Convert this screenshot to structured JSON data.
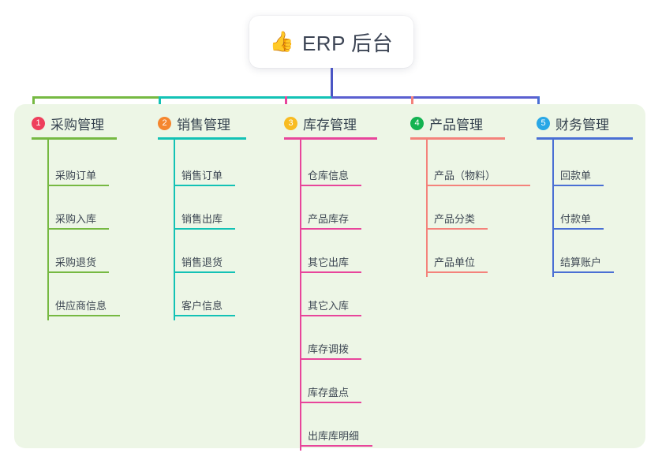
{
  "root": {
    "emoji": "👍",
    "emoji_name": "thumbs-up-icon",
    "title": "ERP 后台"
  },
  "colors": {
    "panel_bg": "#edf6e6",
    "root_text": "#3c4454",
    "trunk": "#4a55c4",
    "bus_left": "#76b942",
    "bus_mid": "#13c2b5",
    "bus_right": "#5a5fd0",
    "columns": [
      "#76b942",
      "#13c2b5",
      "#e8459b",
      "#f4827b",
      "#4a6fd4"
    ],
    "badges": [
      "#ee3f5c",
      "#f5862e",
      "#f8bb21",
      "#13b351",
      "#28a7e6"
    ]
  },
  "columns": [
    {
      "index": "1",
      "title": "采购管理",
      "color": "#76b942",
      "badge_color": "#ee3f5c",
      "items": [
        "采购订单",
        "采购入库",
        "采购退货",
        "供应商信息"
      ]
    },
    {
      "index": "2",
      "title": "销售管理",
      "color": "#13c2b5",
      "badge_color": "#f5862e",
      "items": [
        "销售订单",
        "销售出库",
        "销售退货",
        "客户信息"
      ]
    },
    {
      "index": "3",
      "title": "库存管理",
      "color": "#e8459b",
      "badge_color": "#f8bb21",
      "items": [
        "仓库信息",
        "产品库存",
        "其它出库",
        "其它入库",
        "库存调拨",
        "库存盘点",
        "出库库明细"
      ]
    },
    {
      "index": "4",
      "title": "产品管理",
      "color": "#f4827b",
      "badge_color": "#13b351",
      "items": [
        "产品（物料）",
        "产品分类",
        "产品单位"
      ]
    },
    {
      "index": "5",
      "title": "财务管理",
      "color": "#4a6fd4",
      "badge_color": "#28a7e6",
      "items": [
        "回款单",
        "付款单",
        "结算账户"
      ]
    }
  ]
}
